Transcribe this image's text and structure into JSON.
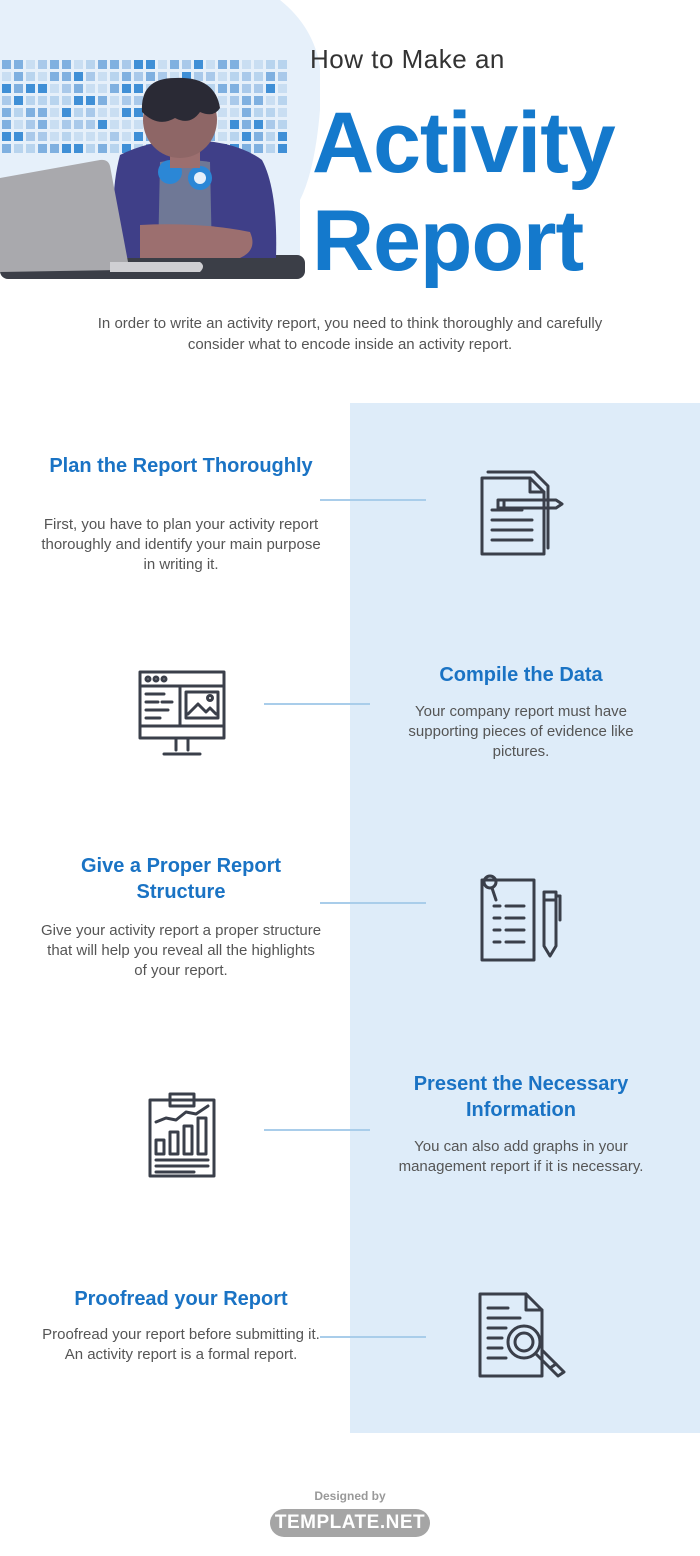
{
  "header": {
    "pre_title": "How to Make an",
    "title_line1": "Activity",
    "title_line2": "Report"
  },
  "intro": "In order to write an activity report, you need to think thoroughly and carefully consider what to encode inside an activity report.",
  "steps": [
    {
      "title": "Plan the Report Thoroughly",
      "description": "First, you have to plan your activity report thoroughly and identify your main purpose in writing it.",
      "icon": "document-pen-icon"
    },
    {
      "title": "Compile the Data",
      "description": "Your company report must have supporting pieces of evidence like pictures.",
      "icon": "monitor-gallery-icon"
    },
    {
      "title": "Give a Proper Report Structure",
      "description": "Give your activity report a proper structure that will help you reveal all the highlights of your report.",
      "icon": "checklist-pencil-icon"
    },
    {
      "title": "Present the Necessary Information",
      "description": "You can also add graphs in your management report if it is necessary.",
      "icon": "clipboard-chart-icon"
    },
    {
      "title": "Proofread your Report",
      "description": "Proofread your report before submitting it. An activity report is a formal report.",
      "icon": "document-magnifier-icon"
    }
  ],
  "footer": {
    "designed_by": "Designed by",
    "brand": "TEMPLATE.NET"
  },
  "colors": {
    "accent": "#1479cc",
    "panel": "#deecf9",
    "connector": "#a9cdea",
    "icon_stroke": "#3a3f4a"
  }
}
